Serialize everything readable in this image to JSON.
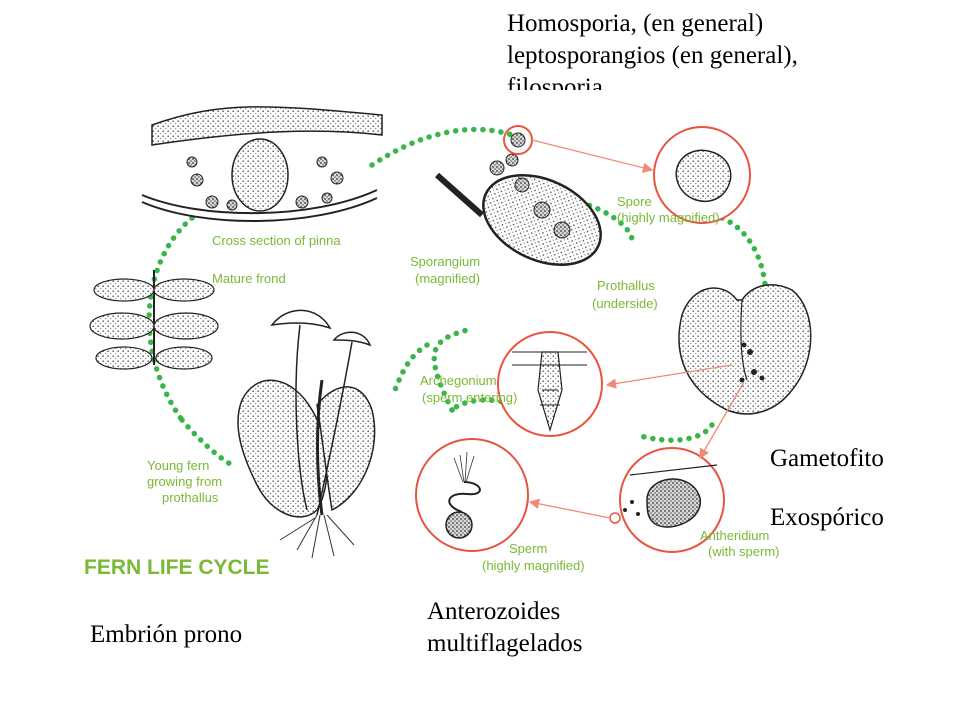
{
  "annotations": {
    "top_note": [
      "Homosporia, (en general)",
      "leptosporangios (en general),",
      "filosporia"
    ],
    "gametofito": "Gametofito",
    "exosporico": "Exospórico",
    "anterozoides": [
      "Anterozoides",
      "multiflagelados"
    ],
    "embrion": "Embrión prono"
  },
  "diagram": {
    "title": "FERN LIFE CYCLE",
    "labels": {
      "cross_section": "Cross section of pinna",
      "mature_frond": "Mature frond",
      "sporangium_1": "Sporangium",
      "sporangium_2": "(magnified)",
      "spore_1": "Spore",
      "spore_2": "(highly magnified)",
      "prothallus_1": "Prothallus",
      "prothallus_2": "(underside)",
      "archegonium_1": "Archegonium",
      "archegonium_2": "(sperm entering)",
      "antheridium_1": "Antheridium",
      "antheridium_2": "(with sperm)",
      "sperm_1": "Sperm",
      "sperm_2": "(highly magnified)",
      "young_fern_1": "Young fern",
      "young_fern_2": "growing from",
      "young_fern_3": "prothallus"
    },
    "colors": {
      "label": "#7ab935",
      "dots": "#39b54a",
      "circle": "#e8553e",
      "arrow": "#ef8a76",
      "ink": "#222222"
    }
  }
}
